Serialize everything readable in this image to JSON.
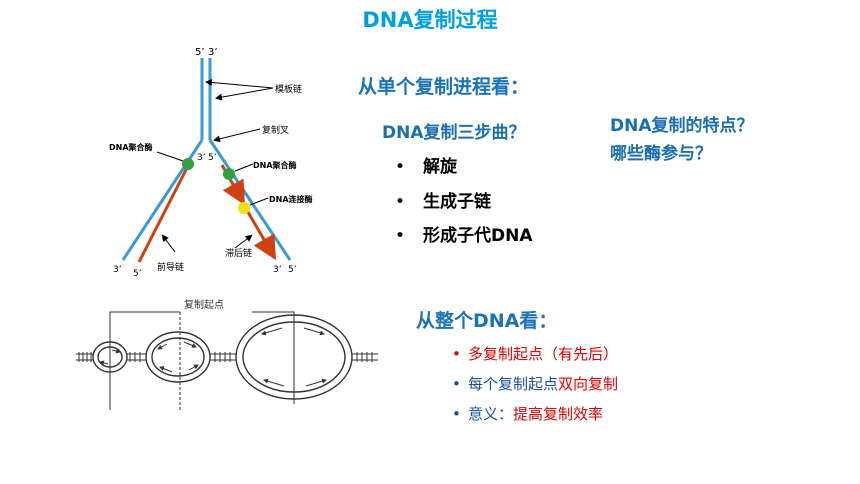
{
  "title": "DNA复制过程",
  "fork_diagram": {
    "top_left_5": "5’",
    "top_right_3": "3’",
    "template_label": "模板链",
    "fork_label": "复制叉",
    "poly_left_label": "DNA聚合酶",
    "poly_right_label": "DNA聚合酶",
    "ligase_label": "DNA连接酶",
    "mid_3": "3’",
    "mid_5": "5’",
    "leading_label": "前导链",
    "lagging_label": "滞后链",
    "bl_3": "3’",
    "bl_5": "5’",
    "br_3": "3’",
    "br_5": "5’"
  },
  "origin_diagram": {
    "origin_label": "复制起点"
  },
  "single_heading": "从单个复制进程看：",
  "steps_question": "DNA复制三步曲？",
  "features_question_1": "DNA复制的特点？",
  "features_question_2": "哪些酶参与？",
  "bullet_char": "•",
  "steps": [
    "解旋",
    "生成子链",
    "形成子代DNA"
  ],
  "whole_heading": "从整个DNA看：",
  "whole_points": {
    "p1": "多复制起点（有先后）",
    "p2_a": "每个复制起点",
    "p2_b": "双向复制",
    "p3_a": "意义：",
    "p3_b": "提高复制效率"
  },
  "colors": {
    "title": "#00a0e0",
    "strand": "#3a9ad6",
    "new_strand": "#e05020",
    "highlight": "#e00000"
  }
}
